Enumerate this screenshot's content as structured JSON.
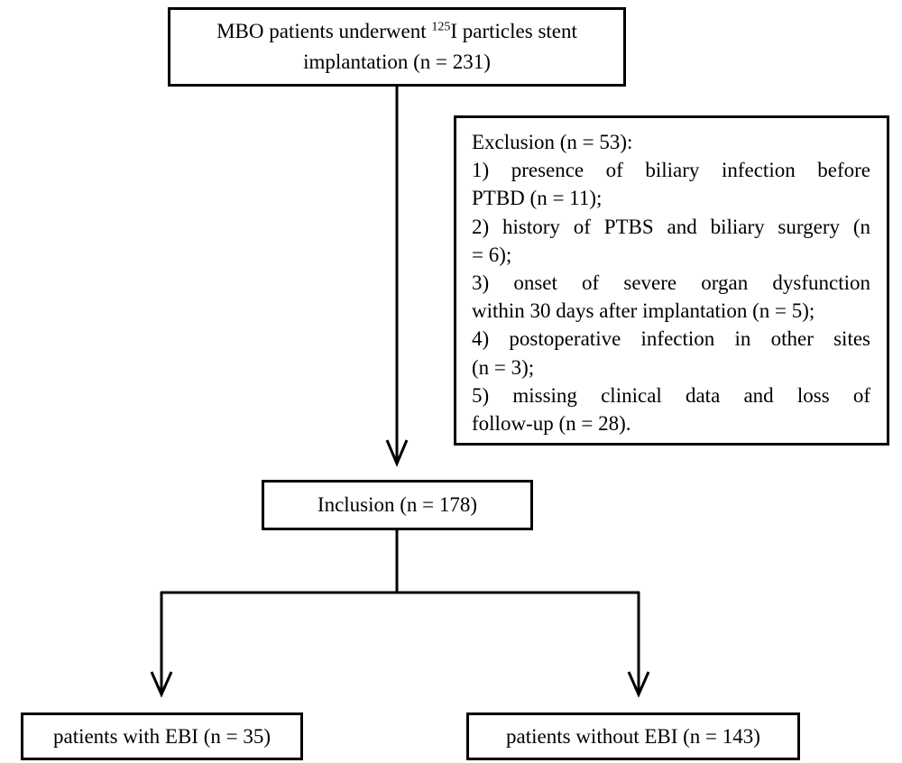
{
  "top_box": {
    "line1_pre": "MBO patients underwent ",
    "line1_sup": "125",
    "line1_post": "I particles stent",
    "line2": "implantation (n = 231)"
  },
  "exclusion_box": {
    "title": "Exclusion (n = 53):",
    "lines": [
      "1) presence of biliary infection before",
      "PTBD (n = 11);",
      "2) history of PTBS and biliary surgery (n",
      "= 6);",
      "3) onset of severe organ dysfunction",
      "within 30 days after implantation (n = 5);",
      "4) postoperative infection in other sites",
      "(n = 3);",
      "5) missing clinical data and loss of",
      "follow-up (n = 28)."
    ]
  },
  "inclusion_box": {
    "label": "Inclusion (n = 178)"
  },
  "with_box": {
    "label": "patients with EBI (n = 35)"
  },
  "without_box": {
    "label": "patients without EBI (n = 143)"
  },
  "colors": {
    "line": "#000000",
    "background": "#ffffff"
  }
}
